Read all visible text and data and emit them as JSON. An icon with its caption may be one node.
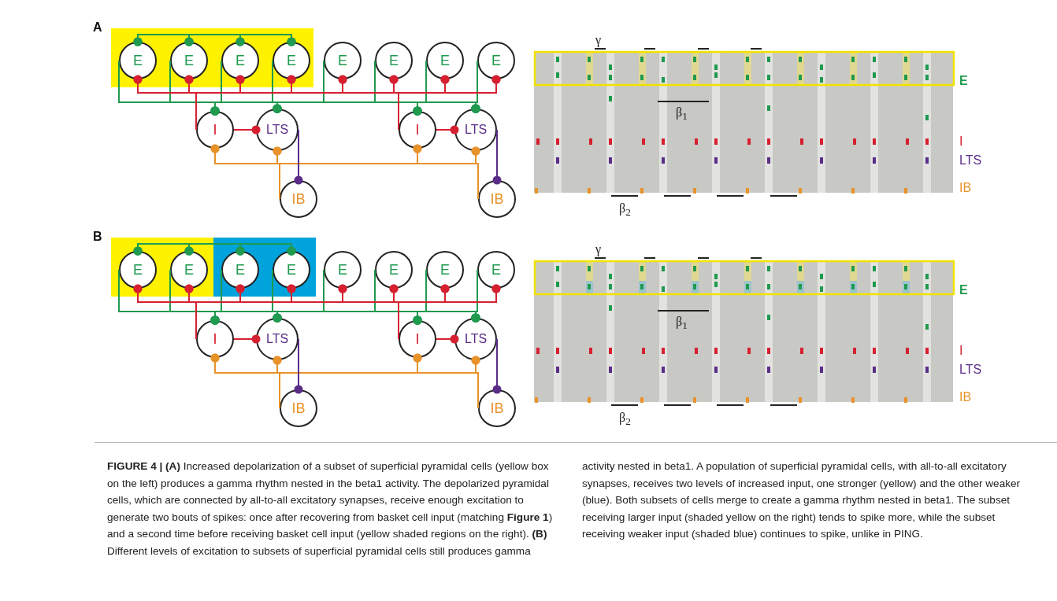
{
  "diagram": {
    "caption": "**FIGURE 4 | (A)** Increased depolarization of a subset of superficial pyramidal cells (yellow box on the left) produces a gamma rhythm nested in the beta1 activity. The depolarized pyramidal cells, which are connected by all-to-all excitatory synapses, receive enough excitation to generate two bouts of spikes: once after recovering from basket cell input (matching **Figure 1**) and a second time before receiving basket cell input (yellow shaded regions on the right). **(B)** Different levels of excitation to subsets of superficial pyramidal cells still produces gamma activity nested in beta1. A population of superficial pyramidal cells, with all-to-all excitatory synapses, receives two levels of increased input, one stronger (yellow) and the other weaker (blue). Both subsets of cells merge to create a gamma rhythm nested in beta1. The subset receiving larger input (shaded yellow on the right) tends to spike more, while the subset receiving weaker input (shaded blue) continues to spike, unlike in PING.",
    "nodes": [
      {
        "text": [
          "E"
        ]
      },
      {
        "text": [
          "E"
        ]
      },
      {
        "text": [
          "E"
        ]
      },
      {
        "text": [
          "E"
        ]
      },
      {
        "text": [
          "E"
        ]
      },
      {
        "text": [
          "E"
        ]
      },
      {
        "text": [
          "E"
        ]
      },
      {
        "text": [
          "E"
        ]
      },
      {
        "text": [
          "I"
        ]
      },
      {
        "text": [
          "LTS"
        ]
      },
      {
        "text": [
          "I"
        ]
      },
      {
        "text": [
          "LTS"
        ]
      },
      {
        "text": [
          "IB"
        ]
      },
      {
        "text": [
          "IB"
        ]
      },
      {
        "text": [
          "E"
        ]
      },
      {
        "text": [
          "E"
        ]
      },
      {
        "text": [
          "E"
        ]
      },
      {
        "text": [
          "E"
        ]
      },
      {
        "text": [
          "E"
        ]
      },
      {
        "text": [
          "E"
        ]
      },
      {
        "text": [
          "E"
        ]
      },
      {
        "text": [
          "E"
        ]
      },
      {
        "text": [
          "I"
        ]
      },
      {
        "text": [
          "LTS"
        ]
      },
      {
        "text": [
          "I"
        ]
      },
      {
        "text": [
          "LTS"
        ]
      },
      {
        "text": [
          "IB"
        ]
      },
      {
        "text": [
          "IB"
        ]
      }
    ],
    "edges": [
      {
        "from": 0,
        "to": 1,
        "arrow": "other"
      },
      {
        "from": 0,
        "to": 2,
        "arrow": "other"
      },
      {
        "from": 0,
        "to": 3,
        "arrow": "other"
      },
      {
        "from": 1,
        "to": 0,
        "arrow": "other"
      },
      {
        "from": 1,
        "to": 2,
        "arrow": "other"
      },
      {
        "from": 1,
        "to": 3,
        "arrow": "other"
      },
      {
        "from": 2,
        "to": 0,
        "arrow": "other"
      },
      {
        "from": 2,
        "to": 1,
        "arrow": "other"
      },
      {
        "from": 2,
        "to": 3,
        "arrow": "other"
      },
      {
        "from": 3,
        "to": 0,
        "arrow": "other"
      },
      {
        "from": 3,
        "to": 1,
        "arrow": "other"
      },
      {
        "from": 3,
        "to": 2,
        "arrow": "other"
      },
      {
        "from": 0,
        "to": 8,
        "arrow": "other"
      },
      {
        "from": 0,
        "to": 9,
        "arrow": "other"
      },
      {
        "from": 0,
        "to": 10,
        "arrow": "other"
      },
      {
        "from": 0,
        "to": 11,
        "arrow": "other"
      },
      {
        "from": 1,
        "to": 8,
        "arrow": "other"
      },
      {
        "from": 1,
        "to": 9,
        "arrow": "other"
      },
      {
        "from": 1,
        "to": 10,
        "arrow": "other"
      },
      {
        "from": 1,
        "to": 11,
        "arrow": "other"
      },
      {
        "from": 2,
        "to": 8,
        "arrow": "other"
      },
      {
        "from": 2,
        "to": 9,
        "arrow": "other"
      },
      {
        "from": 2,
        "to": 10,
        "arrow": "other"
      },
      {
        "from": 2,
        "to": 11,
        "arrow": "other"
      },
      {
        "from": 3,
        "to": 8,
        "arrow": "other"
      },
      {
        "from": 3,
        "to": 9,
        "arrow": "other"
      },
      {
        "from": 3,
        "to": 10,
        "arrow": "other"
      },
      {
        "from": 3,
        "to": 11,
        "arrow": "other"
      },
      {
        "from": 4,
        "to": 8,
        "arrow": "other"
      },
      {
        "from": 4,
        "to": 9,
        "arrow": "other"
      },
      {
        "from": 4,
        "to": 10,
        "arrow": "other"
      },
      {
        "from": 4,
        "to": 11,
        "arrow": "other"
      },
      {
        "from": 5,
        "to": 8,
        "arrow": "other"
      },
      {
        "from": 5,
        "to": 9,
        "arrow": "other"
      },
      {
        "from": 5,
        "to": 10,
        "arrow": "other"
      },
      {
        "from": 5,
        "to": 11,
        "arrow": "other"
      },
      {
        "from": 6,
        "to": 8,
        "arrow": "other"
      },
      {
        "from": 6,
        "to": 9,
        "arrow": "other"
      },
      {
        "from": 6,
        "to": 10,
        "arrow": "other"
      },
      {
        "from": 6,
        "to": 11,
        "arrow": "other"
      },
      {
        "from": 7,
        "to": 8,
        "arrow": "other"
      },
      {
        "from": 7,
        "to": 9,
        "arrow": "other"
      },
      {
        "from": 7,
        "to": 10,
        "arrow": "other"
      },
      {
        "from": 7,
        "to": 11,
        "arrow": "other"
      },
      {
        "from": 8,
        "to": 0,
        "arrow": "other",
        "color": "#d62030"
      },
      {
        "from": 8,
        "to": 1,
        "arrow": "other",
        "color": "#d62030"
      },
      {
        "from": 8,
        "to": 2,
        "arrow": "other",
        "color": "#d62030"
      },
      {
        "from": 8,
        "to": 3,
        "arrow": "other",
        "color": "#d62030"
      },
      {
        "from": 8,
        "to": 4,
        "arrow": "other",
        "color": "#d62030"
      },
      {
        "from": 8,
        "to": 5,
        "arrow": "other",
        "color": "#d62030"
      },
      {
        "from": 8,
        "to": 6,
        "arrow": "other",
        "color": "#d62030"
      },
      {
        "from": 8,
        "to": 7,
        "arrow": "other",
        "color": "#d62030"
      },
      {
        "from": 10,
        "to": 0,
        "arrow": "other",
        "color": "#d62030"
      },
      {
        "from": 10,
        "to": 1,
        "arrow": "other",
        "color": "#d62030"
      },
      {
        "from": 10,
        "to": 2,
        "arrow": "other",
        "color": "#d62030"
      },
      {
        "from": 10,
        "to": 3,
        "arrow": "other",
        "color": "#d62030"
      },
      {
        "from": 10,
        "to": 4,
        "arrow": "other",
        "color": "#d62030"
      },
      {
        "from": 10,
        "to": 5,
        "arrow": "other",
        "color": "#d62030"
      },
      {
        "from": 10,
        "to": 6,
        "arrow": "other",
        "color": "#d62030"
      },
      {
        "from": 10,
        "to": 7,
        "arrow": "other",
        "color": "#d62030"
      },
      {
        "from": 8,
        "to": 9,
        "arrow": "other",
        "color": "#d62030"
      },
      {
        "from": 10,
        "to": 11,
        "arrow": "other",
        "color": "#d62030"
      },
      {
        "from": 12,
        "to": 8,
        "arrow": "other",
        "color": "#e8922a"
      },
      {
        "from": 12,
        "to": 9,
        "arrow": "other",
        "color": "#e8922a"
      },
      {
        "from": 12,
        "to": 10,
        "arrow": "other",
        "color": "#e8922a"
      },
      {
        "from": 12,
        "to": 11,
        "arrow": "other",
        "color": "#e8922a"
      },
      {
        "from": 13,
        "to": 8,
        "arrow": "other",
        "color": "#e8922a"
      },
      {
        "from": 13,
        "to": 9,
        "arrow": "other",
        "color": "#e8922a"
      },
      {
        "from": 13,
        "to": 10,
        "arrow": "other",
        "color": "#e8922a"
      },
      {
        "from": 13,
        "to": 11,
        "arrow": "other",
        "color": "#e8922a"
      },
      {
        "from": 9,
        "to": 12,
        "arrow": "other",
        "color": "#5a2d88"
      },
      {
        "from": 11,
        "to": 13,
        "arrow": "other",
        "color": "#5a2d88"
      },
      {
        "from": 14,
        "to": 15,
        "arrow": "other"
      },
      {
        "from": 14,
        "to": 16,
        "arrow": "other"
      },
      {
        "from": 14,
        "to": 17,
        "arrow": "other"
      },
      {
        "from": 15,
        "to": 14,
        "arrow": "other"
      },
      {
        "from": 15,
        "to": 16,
        "arrow": "other"
      },
      {
        "from": 15,
        "to": 17,
        "arrow": "other"
      },
      {
        "from": 16,
        "to": 14,
        "arrow": "other"
      },
      {
        "from": 16,
        "to": 15,
        "arrow": "other"
      },
      {
        "from": 16,
        "to": 17,
        "arrow": "other"
      },
      {
        "from": 17,
        "to": 14,
        "arrow": "other"
      },
      {
        "from": 17,
        "to": 15,
        "arrow": "other"
      },
      {
        "from": 17,
        "to": 16,
        "arrow": "other"
      },
      {
        "from": 14,
        "to": 22,
        "arrow": "other"
      },
      {
        "from": 14,
        "to": 23,
        "arrow": "other"
      },
      {
        "from": 14,
        "to": 24,
        "arrow": "other"
      },
      {
        "from": 14,
        "to": 25,
        "arrow": "other"
      },
      {
        "from": 15,
        "to": 22,
        "arrow": "other"
      },
      {
        "from": 15,
        "to": 23,
        "arrow": "other"
      },
      {
        "from": 15,
        "to": 24,
        "arrow": "other"
      },
      {
        "from": 15,
        "to": 25,
        "arrow": "other"
      },
      {
        "from": 16,
        "to": 22,
        "arrow": "other"
      },
      {
        "from": 16,
        "to": 23,
        "arrow": "other"
      },
      {
        "from": 16,
        "to": 24,
        "arrow": "other"
      },
      {
        "from": 16,
        "to": 25,
        "arrow": "other"
      },
      {
        "from": 17,
        "to": 22,
        "arrow": "other"
      },
      {
        "from": 17,
        "to": 23,
        "arrow": "other"
      },
      {
        "from": 17,
        "to": 24,
        "arrow": "other"
      },
      {
        "from": 17,
        "to": 25,
        "arrow": "other"
      },
      {
        "from": 18,
        "to": 22,
        "arrow": "other"
      },
      {
        "from": 18,
        "to": 23,
        "arrow": "other"
      },
      {
        "from": 18,
        "to": 24,
        "arrow": "other"
      },
      {
        "from": 18,
        "to": 25,
        "arrow": "other"
      },
      {
        "from": 19,
        "to": 22,
        "arrow": "other"
      },
      {
        "from": 19,
        "to": 23,
        "arrow": "other"
      },
      {
        "from": 19,
        "to": 24,
        "arrow": "other"
      },
      {
        "from": 19,
        "to": 25,
        "arrow": "other"
      },
      {
        "from": 20,
        "to": 22,
        "arrow": "other"
      },
      {
        "from": 20,
        "to": 23,
        "arrow": "other"
      },
      {
        "from": 20,
        "to": 24,
        "arrow": "other"
      },
      {
        "from": 20,
        "to": 25,
        "arrow": "other"
      },
      {
        "from": 21,
        "to": 22,
        "arrow": "other"
      },
      {
        "from": 21,
        "to": 23,
        "arrow": "other"
      },
      {
        "from": 21,
        "to": 24,
        "arrow": "other"
      },
      {
        "from": 21,
        "to": 25,
        "arrow": "other"
      },
      {
        "from": 22,
        "to": 14,
        "arrow": "other",
        "color": "#d62030"
      },
      {
        "from": 22,
        "to": 15,
        "arrow": "other",
        "color": "#d62030"
      },
      {
        "from": 22,
        "to": 16,
        "arrow": "other",
        "color": "#d62030"
      },
      {
        "from": 22,
        "to": 17,
        "arrow": "other",
        "color": "#d62030"
      },
      {
        "from": 22,
        "to": 18,
        "arrow": "other",
        "color": "#d62030"
      },
      {
        "from": 22,
        "to": 19,
        "arrow": "other",
        "color": "#d62030"
      },
      {
        "from": 22,
        "to": 20,
        "arrow": "other",
        "color": "#d62030"
      },
      {
        "from": 22,
        "to": 21,
        "arrow": "other",
        "color": "#d62030"
      },
      {
        "from": 24,
        "to": 14,
        "arrow": "other",
        "color": "#d62030"
      },
      {
        "from": 24,
        "to": 15,
        "arrow": "other",
        "color": "#d62030"
      },
      {
        "from": 24,
        "to": 16,
        "arrow": "other",
        "color": "#d62030"
      },
      {
        "from": 24,
        "to": 17,
        "arrow": "other",
        "color": "#d62030"
      },
      {
        "from": 24,
        "to": 18,
        "arrow": "other",
        "color": "#d62030"
      },
      {
        "from": 24,
        "to": 19,
        "arrow": "other",
        "color": "#d62030"
      },
      {
        "from": 24,
        "to": 20,
        "arrow": "other",
        "color": "#d62030"
      },
      {
        "from": 24,
        "to": 21,
        "arrow": "other",
        "color": "#d62030"
      },
      {
        "from": 22,
        "to": 23,
        "arrow": "other",
        "color": "#d62030"
      },
      {
        "from": 24,
        "to": 25,
        "arrow": "other",
        "color": "#d62030"
      },
      {
        "from": 26,
        "to": 22,
        "arrow": "other",
        "color": "#e8922a"
      },
      {
        "from": 26,
        "to": 23,
        "arrow": "other",
        "color": "#e8922a"
      },
      {
        "from": 26,
        "to": 24,
        "arrow": "other",
        "color": "#e8922a"
      },
      {
        "from": 26,
        "to": 25,
        "arrow": "other",
        "color": "#e8922a"
      },
      {
        "from": 27,
        "to": 22,
        "arrow": "other",
        "color": "#e8922a"
      },
      {
        "from": 27,
        "to": 23,
        "arrow": "other",
        "color": "#e8922a"
      },
      {
        "from": 27,
        "to": 24,
        "arrow": "other",
        "color": "#e8922a"
      },
      {
        "from": 27,
        "to": 25,
        "arrow": "other",
        "color": "#e8922a"
      },
      {
        "from": 23,
        "to": 26,
        "arrow": "other",
        "color": "#5a2d88"
      },
      {
        "from": 25,
        "to": 27,
        "arrow": "other",
        "color": "#5a2d88"
      }
    ],
    "labels": [
      "A",
      "γ",
      "E",
      "β$_{1}$",
      "I",
      "LTS",
      "IB",
      "β$_{2}$",
      "B",
      "γ",
      "E",
      "β$_{1}$",
      "I",
      "LTS",
      "IB",
      "β$_{2}$"
    ]
  }
}
